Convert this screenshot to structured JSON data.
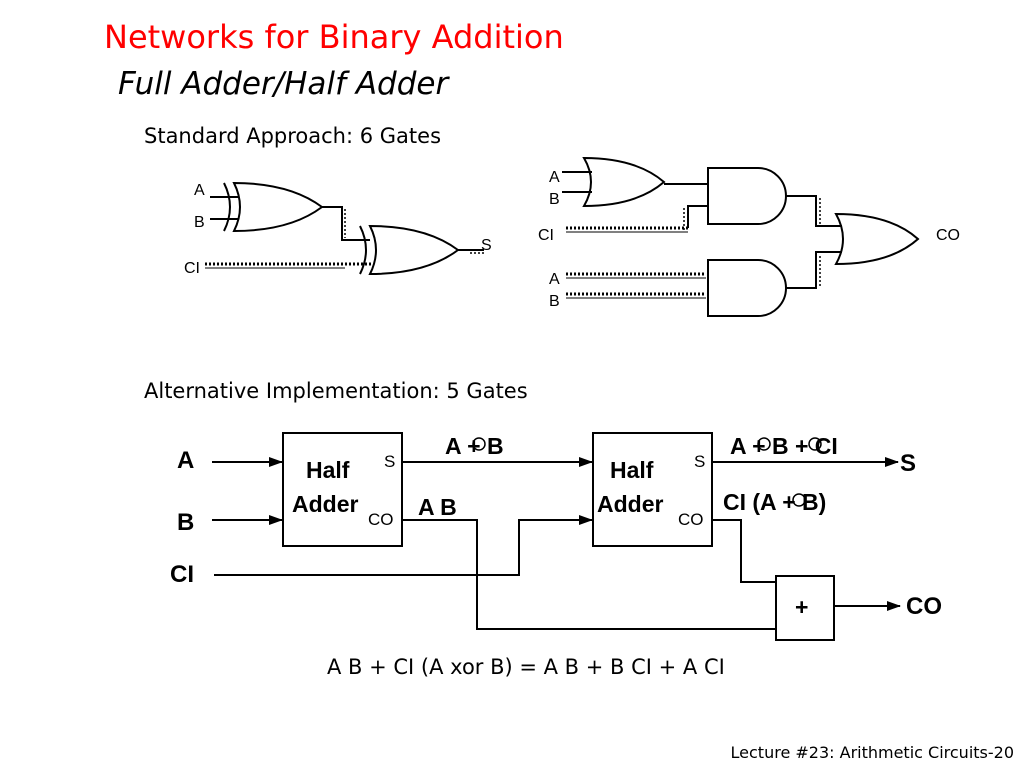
{
  "slide": {
    "title": "Networks for Binary Addition",
    "subtitle": "Full Adder/Half Adder",
    "standard_heading": "Standard Approach:  6 Gates",
    "alternative_heading": "Alternative Implementation:  5 Gates",
    "equation": "A B + CI (A xor B) = A B + B CI + A CI",
    "footer": "Lecture #23: Arithmetic Circuits-20"
  },
  "standard": {
    "sum_inputs": [
      "A",
      "B",
      "CI"
    ],
    "sum_output": "S",
    "carry_inputs": [
      "A",
      "B",
      "CI",
      "A",
      "B"
    ],
    "carry_output": "CO"
  },
  "alternative": {
    "inputs": [
      "A",
      "B",
      "CI"
    ],
    "half_adder_1": {
      "line1": "Half",
      "line2": "Adder",
      "s_port": "S",
      "co_port": "CO"
    },
    "half_adder_2": {
      "line1": "Half",
      "line2": "Adder",
      "s_port": "S",
      "co_port": "CO"
    },
    "wire_labels": {
      "ha1_sum": "A + B",
      "ha1_carry": "A B",
      "ha2_sum": "A + B + CI",
      "ha2_carry": "CI (A + B)"
    },
    "or_box_label": "+",
    "outputs": [
      "S",
      "CO"
    ]
  }
}
